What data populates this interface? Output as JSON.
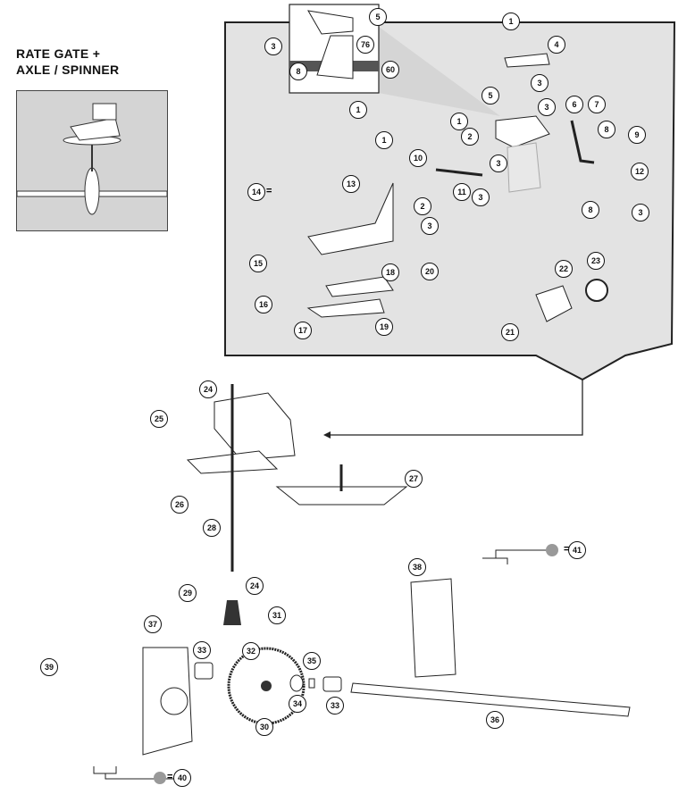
{
  "title": {
    "line1": "RATE GATE +",
    "line2": "AXLE / SPINNER"
  },
  "callouts": [
    "5",
    "3",
    "76",
    "8",
    "60",
    "1",
    "1",
    "4",
    "3",
    "5",
    "3",
    "6",
    "7",
    "1",
    "2",
    "8",
    "9",
    "3",
    "10",
    "11",
    "3",
    "12",
    "8",
    "3",
    "1",
    "13",
    "14",
    "2",
    "3",
    "15",
    "18",
    "20",
    "16",
    "17",
    "19",
    "21",
    "22",
    "23",
    "24",
    "25",
    "27",
    "26",
    "28",
    "24",
    "29",
    "31",
    "32",
    "38",
    "41",
    "37",
    "33",
    "35",
    "39",
    "34",
    "33",
    "36",
    "30",
    "40"
  ],
  "equals_sign": "="
}
